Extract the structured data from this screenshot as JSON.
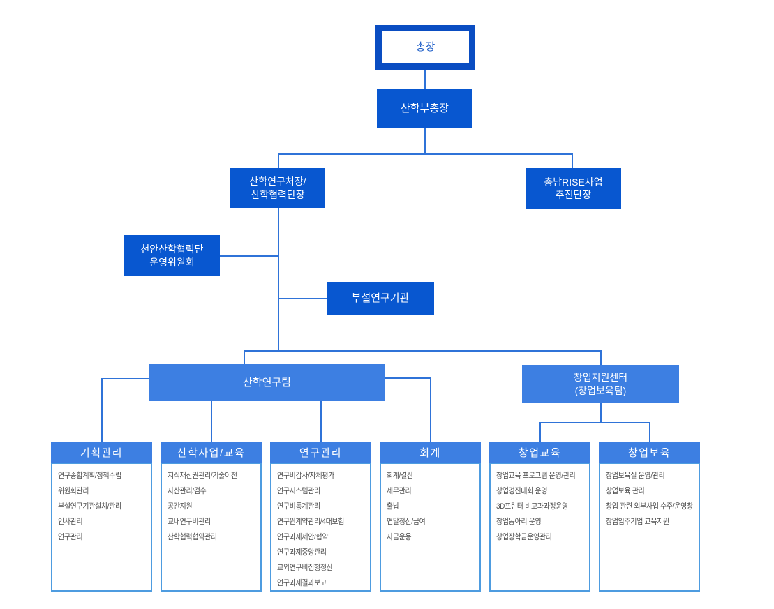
{
  "diagram": {
    "type": "organization-chart",
    "nodes": {
      "president": {
        "label": "총장"
      },
      "vice_president": {
        "label": "산학부총장"
      },
      "research_office": {
        "line1": "산학연구처장/",
        "line2": "산학협력단장"
      },
      "rise_project": {
        "line1": "충남RISE사업",
        "line2": "추진단장"
      },
      "cheonan_committee": {
        "line1": "천안산학협력단",
        "line2": "운영위원회"
      },
      "annex_institute": {
        "label": "부설연구기관"
      },
      "research_team": {
        "label": "산학연구팀"
      },
      "startup_center": {
        "line1": "창업지원센터",
        "line2": "(창업보육팀)"
      }
    },
    "departments": [
      {
        "title": "기획관리",
        "items": [
          "연구종합계획/정책수립",
          "위원회관리",
          "부설연구기관설치/관리",
          "인사관리",
          "연구관리"
        ]
      },
      {
        "title": "산학사업/교육",
        "items": [
          "지식재산권관리/기술이전",
          "자산관리/검수",
          "공간지원",
          "교내연구비관리",
          "산학협력협약관리"
        ]
      },
      {
        "title": "연구관리",
        "items": [
          "연구비감사/자체평가",
          "연구시스템관리",
          "연구비통계관리",
          "연구원계약관리/4대보험",
          "연구과제제안/협약",
          "연구과제중앙관리",
          "교외연구비집행정산",
          "연구과제결과보고"
        ]
      },
      {
        "title": "회계",
        "items": [
          "회계/결산",
          "세무관리",
          "출납",
          "연말정산/급여",
          "자금운용"
        ]
      },
      {
        "title": "창업교육",
        "items": [
          "창업교육 프로그램 운영/관리",
          "창업경진대회 운영",
          "3D프린터 비교과과정운영",
          "창업동아리 운영",
          "창업장학금운영관리"
        ]
      },
      {
        "title": "창업보육",
        "items": [
          "창업보육실 운영/관리",
          "창업보육 관리",
          "창업 관련 외부사업 수주/운영창",
          "창업입주기업 교육지원"
        ]
      }
    ],
    "colors": {
      "dark_blue": "#0857d0",
      "light_blue": "#3d7fe2",
      "president_border": "#0a4dc2",
      "president_text": "#2261c9",
      "connector": "#2f73d8",
      "list_border": "#4e9ce0",
      "item_text": "#4f4f4f"
    }
  }
}
